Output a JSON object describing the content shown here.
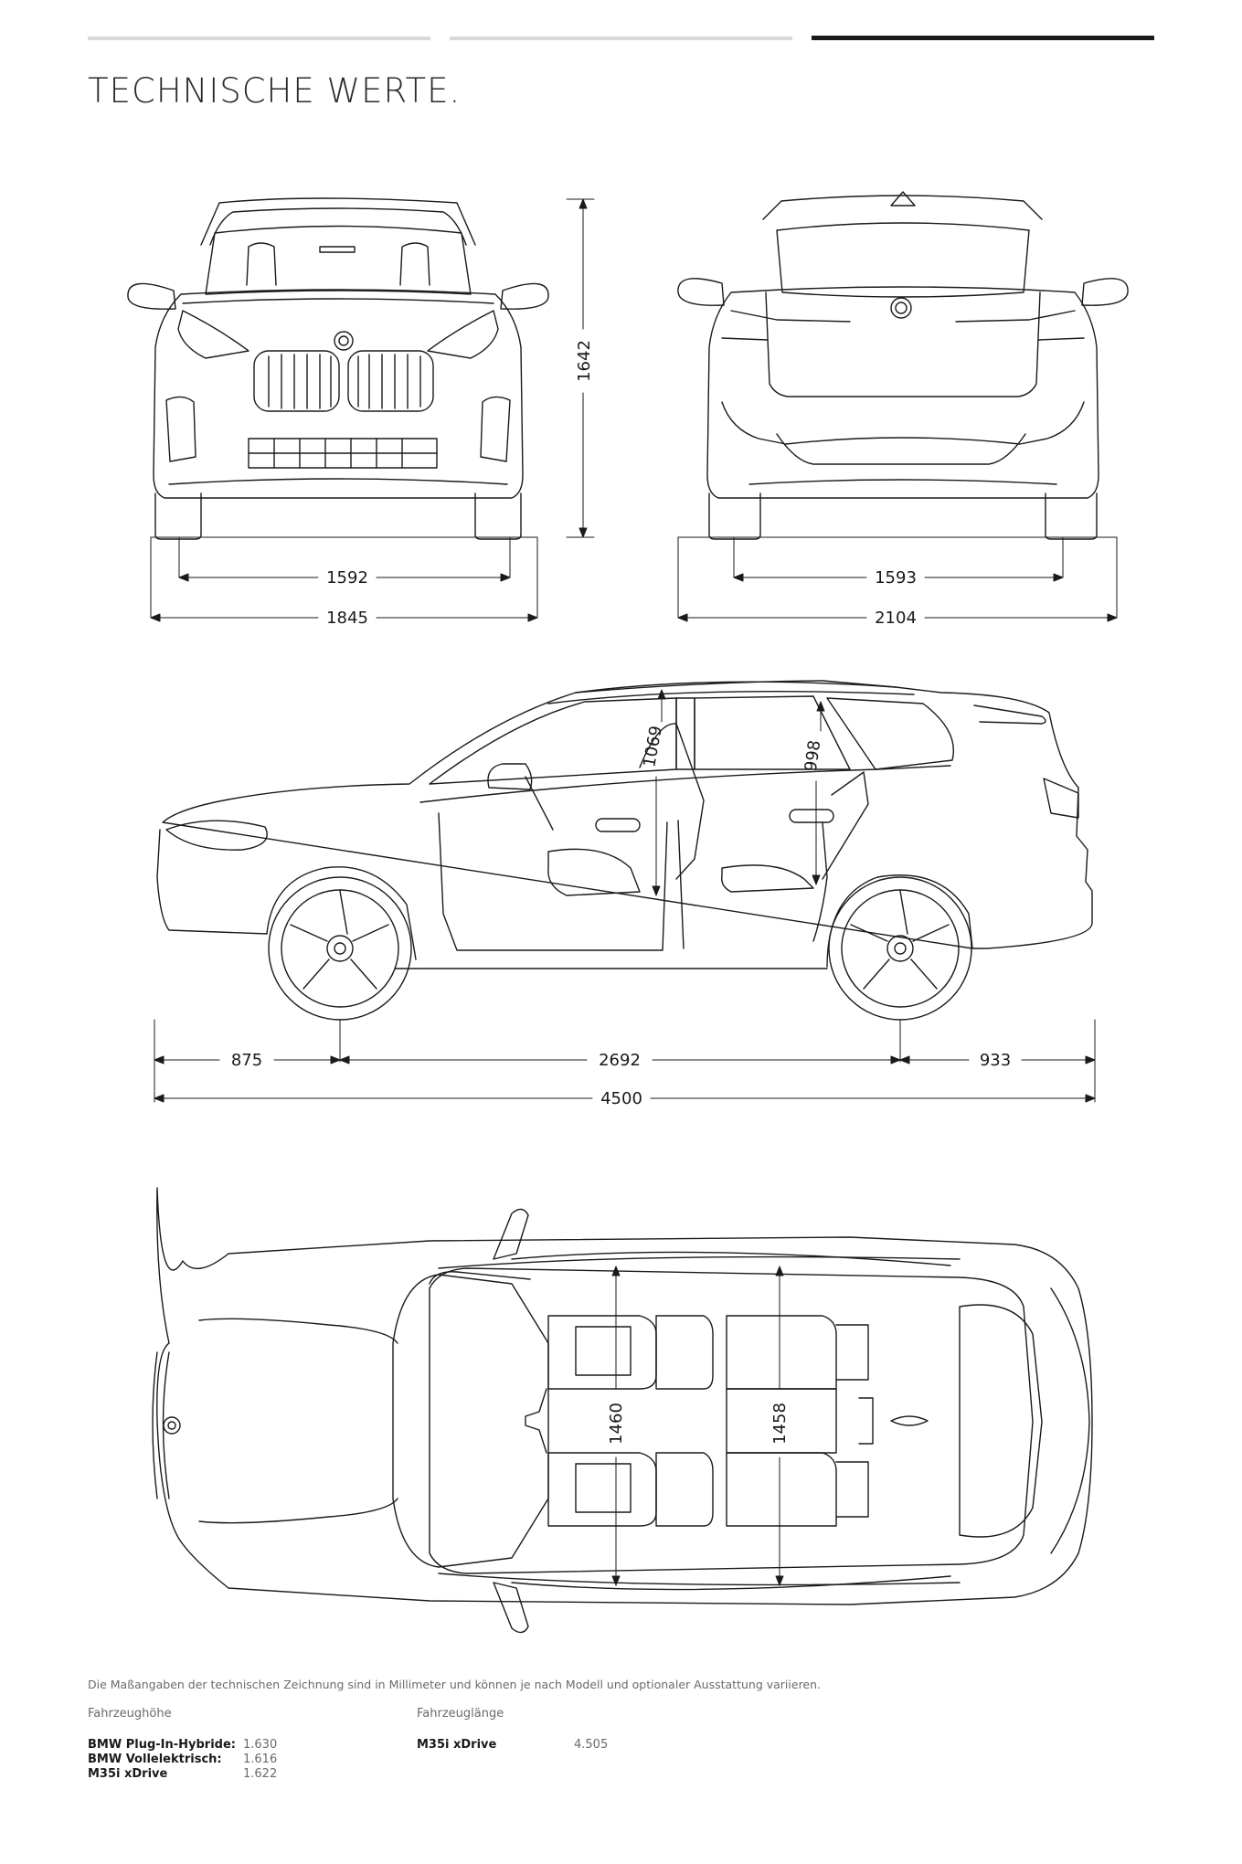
{
  "header": {
    "title": "TECHNISCHE WERTE.",
    "progress_segments": [
      "inactive",
      "inactive",
      "active"
    ]
  },
  "dimensions": {
    "front_height": "1642",
    "front_track": "1592",
    "front_width": "1845",
    "rear_track": "1593",
    "rear_width": "2104",
    "headroom_front": "1069",
    "headroom_rear": "998",
    "overhang_front": "875",
    "wheelbase": "2692",
    "overhang_rear": "933",
    "length": "4500",
    "shoulder_front": "1460",
    "shoulder_rear": "1458"
  },
  "footer": {
    "note": "Die Maßangaben der technischen Zeichnung sind in Millimeter und können je nach Modell und optionaler Ausstattung variieren.",
    "height": {
      "heading": "Fahrzeughöhe",
      "rows": [
        {
          "label": "BMW Plug-In-Hybride:",
          "value": "1.630"
        },
        {
          "label": "BMW Vollelektrisch:",
          "value": "1.616"
        },
        {
          "label": "M35i xDrive",
          "value": "1.622"
        }
      ]
    },
    "length": {
      "heading": "Fahrzeuglänge",
      "rows": [
        {
          "label": "M35i xDrive",
          "value": "4.505"
        }
      ]
    }
  },
  "colors": {
    "line": "#1a1a1a",
    "muted": "#6a6a6a",
    "inactive_bar": "#d9d9d9"
  }
}
